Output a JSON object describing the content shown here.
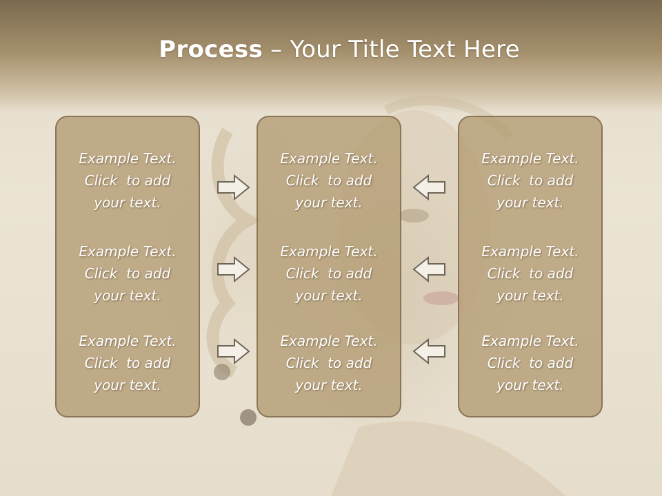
{
  "title": {
    "strong": "Process",
    "separator": " – ",
    "rest": "Your Title Text Here"
  },
  "columns": [
    {
      "items": [
        {
          "l1": "Example Text.",
          "l2": "Click  to add",
          "l3": "your text."
        },
        {
          "l1": "Example Text.",
          "l2": "Click  to add",
          "l3": "your text."
        },
        {
          "l1": "Example Text.",
          "l2": "Click  to add",
          "l3": "your text."
        }
      ]
    },
    {
      "items": [
        {
          "l1": "Example Text.",
          "l2": "Click  to add",
          "l3": "your text."
        },
        {
          "l1": "Example Text.",
          "l2": "Click  to add",
          "l3": "your text."
        },
        {
          "l1": "Example Text.",
          "l2": "Click  to add",
          "l3": "your text."
        }
      ]
    },
    {
      "items": [
        {
          "l1": "Example Text.",
          "l2": "Click  to add",
          "l3": "your text."
        },
        {
          "l1": "Example Text.",
          "l2": "Click  to add",
          "l3": "your text."
        },
        {
          "l1": "Example Text.",
          "l2": "Click  to add",
          "l3": "your text."
        }
      ]
    }
  ],
  "icons": {
    "left_arrows": "arrow-right-icon",
    "right_arrows": "arrow-left-icon"
  },
  "colors": {
    "header": "#8f7b5a",
    "box_fill": "#b49b73",
    "box_border": "#8a7656",
    "text": "#ffffff",
    "arrow_fill": "#f4f0e8",
    "arrow_stroke": "#6e6658"
  }
}
